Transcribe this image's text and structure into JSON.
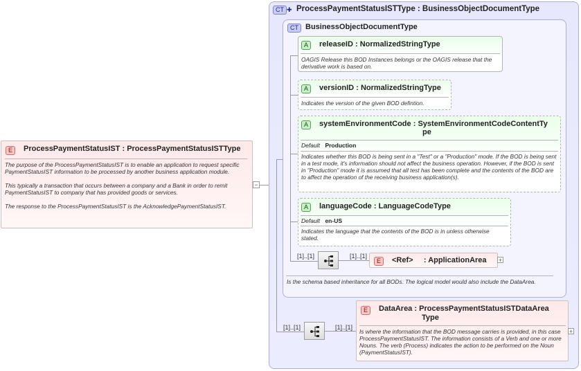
{
  "root": {
    "badge": "E",
    "name": "ProcessPaymentStatusIST",
    "sep": ":",
    "type": "ProcessPaymentStatusISTType",
    "doc_p1": "The purpose of the ProcessPaymentStatusIST is to enable an application to request specific PaymentStatusIST information to be processed by another business application module.",
    "doc_p2": "This typically a transaction that occurs between a company and a Bank in order to remit PaymentStatusIST to company that has provided goods or services.",
    "doc_p3": "The response to the ProcessPaymentStatusIST is the AcknowledgePaymentStatusIST.",
    "collapse": "−"
  },
  "ct_outer": {
    "badge": "CT",
    "title": "ProcessPaymentStatusISTType : BusinessObjectDocumentType"
  },
  "ct_inner": {
    "badge": "CT",
    "title": "BusinessObjectDocumentType",
    "doc": "Is the schema based inheritance for all BODs. The logical model would also include the DataArea."
  },
  "attrs": [
    {
      "badge": "A",
      "name": "releaseID",
      "sep": ":",
      "type": "NormalizedStringType",
      "doc": "OAGIS Release this BOD Instances belongs or the OAGIS release that the derivative work is based on."
    },
    {
      "badge": "A",
      "name": "versionID",
      "sep": ":",
      "type": "NormalizedStringType",
      "doc": "Indicates the version of the given BOD defintion."
    },
    {
      "badge": "A",
      "name": "systemEnvironmentCode",
      "sep": ":",
      "type1": "SystemEnvironmentCodeContentTy",
      "type2": "pe",
      "default_label": "Default",
      "default_value": "Production",
      "doc": "Indicates whether this BOD is being sent in a \"Test\" or a \"Production\" mode. If the BOD is being sent in a test mode, it's information should not affect the business operation. However, if the BOD is sent in \"Production\" mode it is assumed that all test has been complete and the contents of the BOD are to affect the operation of the receiving business application(s)."
    },
    {
      "badge": "A",
      "name": "languageCode",
      "sep": ":",
      "type": "LanguageCodeType",
      "default_label": "Default",
      "default_value": "en-US",
      "doc": "Indicates the language that the contents of the BOD is in unless otherwise stated."
    }
  ],
  "appArea": {
    "mult_seq": "[1]..[1]",
    "mult_elem": "[1]..[1]",
    "badge": "E",
    "ref": "<Ref>",
    "sep": ":",
    "name": "ApplicationArea",
    "expand": "+"
  },
  "dataArea": {
    "mult_seq": "[1]..[1]",
    "mult_elem": "[1]..[1]",
    "badge": "E",
    "name": "DataArea",
    "sep": ":",
    "type1": "ProcessPaymentStatusISTDataArea",
    "type2": "Type",
    "doc": "Is where the information that the BOD message carries is provided, in this case ProcessPaymentStatusIST. The information consists of a Verb and one or more Nouns. The verb (Process) indicates the action to be performed on the Noun (PaymentStatusIST).",
    "expand": "+"
  }
}
